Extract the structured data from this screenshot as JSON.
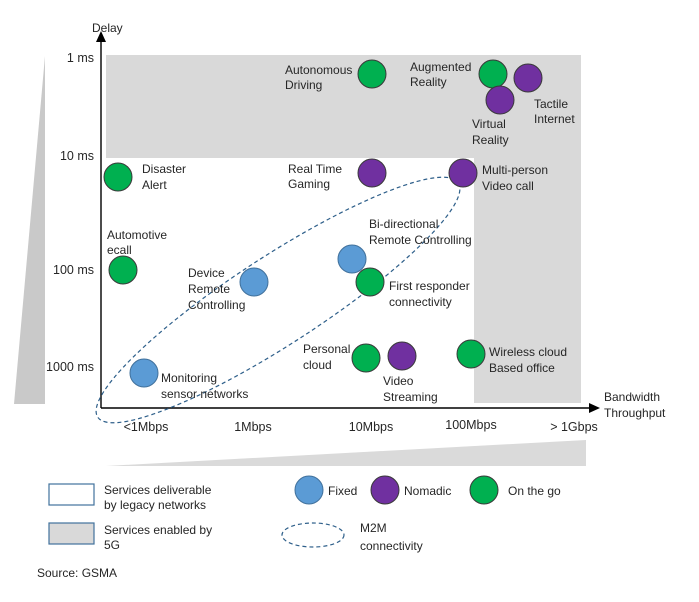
{
  "axes": {
    "y_title": "Delay",
    "x_title_line1": "Bandwidth",
    "x_title_line2": "Throughput",
    "y_ticks": [
      "1 ms",
      "10 ms",
      "100 ms",
      "1000 ms"
    ],
    "x_ticks": [
      "<1Mbps",
      "1Mbps",
      "10Mbps",
      "100Mbps",
      "> 1Gbps"
    ]
  },
  "services": [
    {
      "id": "autonomous-driving",
      "lines": [
        "Autonomous",
        "Driving"
      ],
      "type": "on_the_go"
    },
    {
      "id": "augmented-reality",
      "lines": [
        "Augmented",
        "Reality"
      ],
      "type": "on_the_go"
    },
    {
      "id": "tactile-internet",
      "lines": [
        "Tactile",
        "Internet"
      ],
      "type": "nomadic"
    },
    {
      "id": "virtual-reality",
      "lines": [
        "Virtual",
        "Reality"
      ],
      "type": "nomadic"
    },
    {
      "id": "disaster-alert",
      "lines": [
        "Disaster",
        "Alert"
      ],
      "type": "on_the_go"
    },
    {
      "id": "real-time-gaming",
      "lines": [
        "Real Time",
        "Gaming"
      ],
      "type": "nomadic"
    },
    {
      "id": "multi-person-video-call",
      "lines": [
        "Multi-person",
        "Video call"
      ],
      "type": "nomadic"
    },
    {
      "id": "automotive-ecall",
      "lines": [
        "Automotive",
        "ecall"
      ],
      "type": "on_the_go"
    },
    {
      "id": "bi-directional-remote-controlling",
      "lines": [
        "Bi-directional",
        "Remote Controlling"
      ],
      "type": "fixed"
    },
    {
      "id": "device-remote-controlling",
      "lines": [
        "Device",
        "Remote",
        "Controlling"
      ],
      "type": "fixed"
    },
    {
      "id": "first-responder-connectivity",
      "lines": [
        "First responder",
        "connectivity"
      ],
      "type": "on_the_go"
    },
    {
      "id": "personal-cloud",
      "lines": [
        "Personal",
        "cloud"
      ],
      "type": "on_the_go"
    },
    {
      "id": "video-streaming",
      "lines": [
        "Video",
        "Streaming"
      ],
      "type": "nomadic"
    },
    {
      "id": "wireless-cloud-based-office",
      "lines": [
        "Wireless cloud",
        "Based office"
      ],
      "type": "on_the_go"
    },
    {
      "id": "monitoring-sensor-networks",
      "lines": [
        "Monitoring",
        "sensor networks"
      ],
      "type": "fixed"
    }
  ],
  "legend": {
    "legacy_line1": "Services deliverable",
    "legacy_line2": "by legacy networks",
    "fiveg_line1": "Services enabled by",
    "fiveg_line2": "5G",
    "fixed": "Fixed",
    "nomadic": "Nomadic",
    "on_the_go": "On the go",
    "m2m_line1": "M2M",
    "m2m_line2": "connectivity"
  },
  "source": "Source: GSMA",
  "colors": {
    "fixed": "#5b9bd5",
    "nomadic": "#7030a0",
    "on_the_go": "#00b050",
    "fiveg_region": "#d9d9d9",
    "m2m_outline": "#2e5f8a"
  }
}
